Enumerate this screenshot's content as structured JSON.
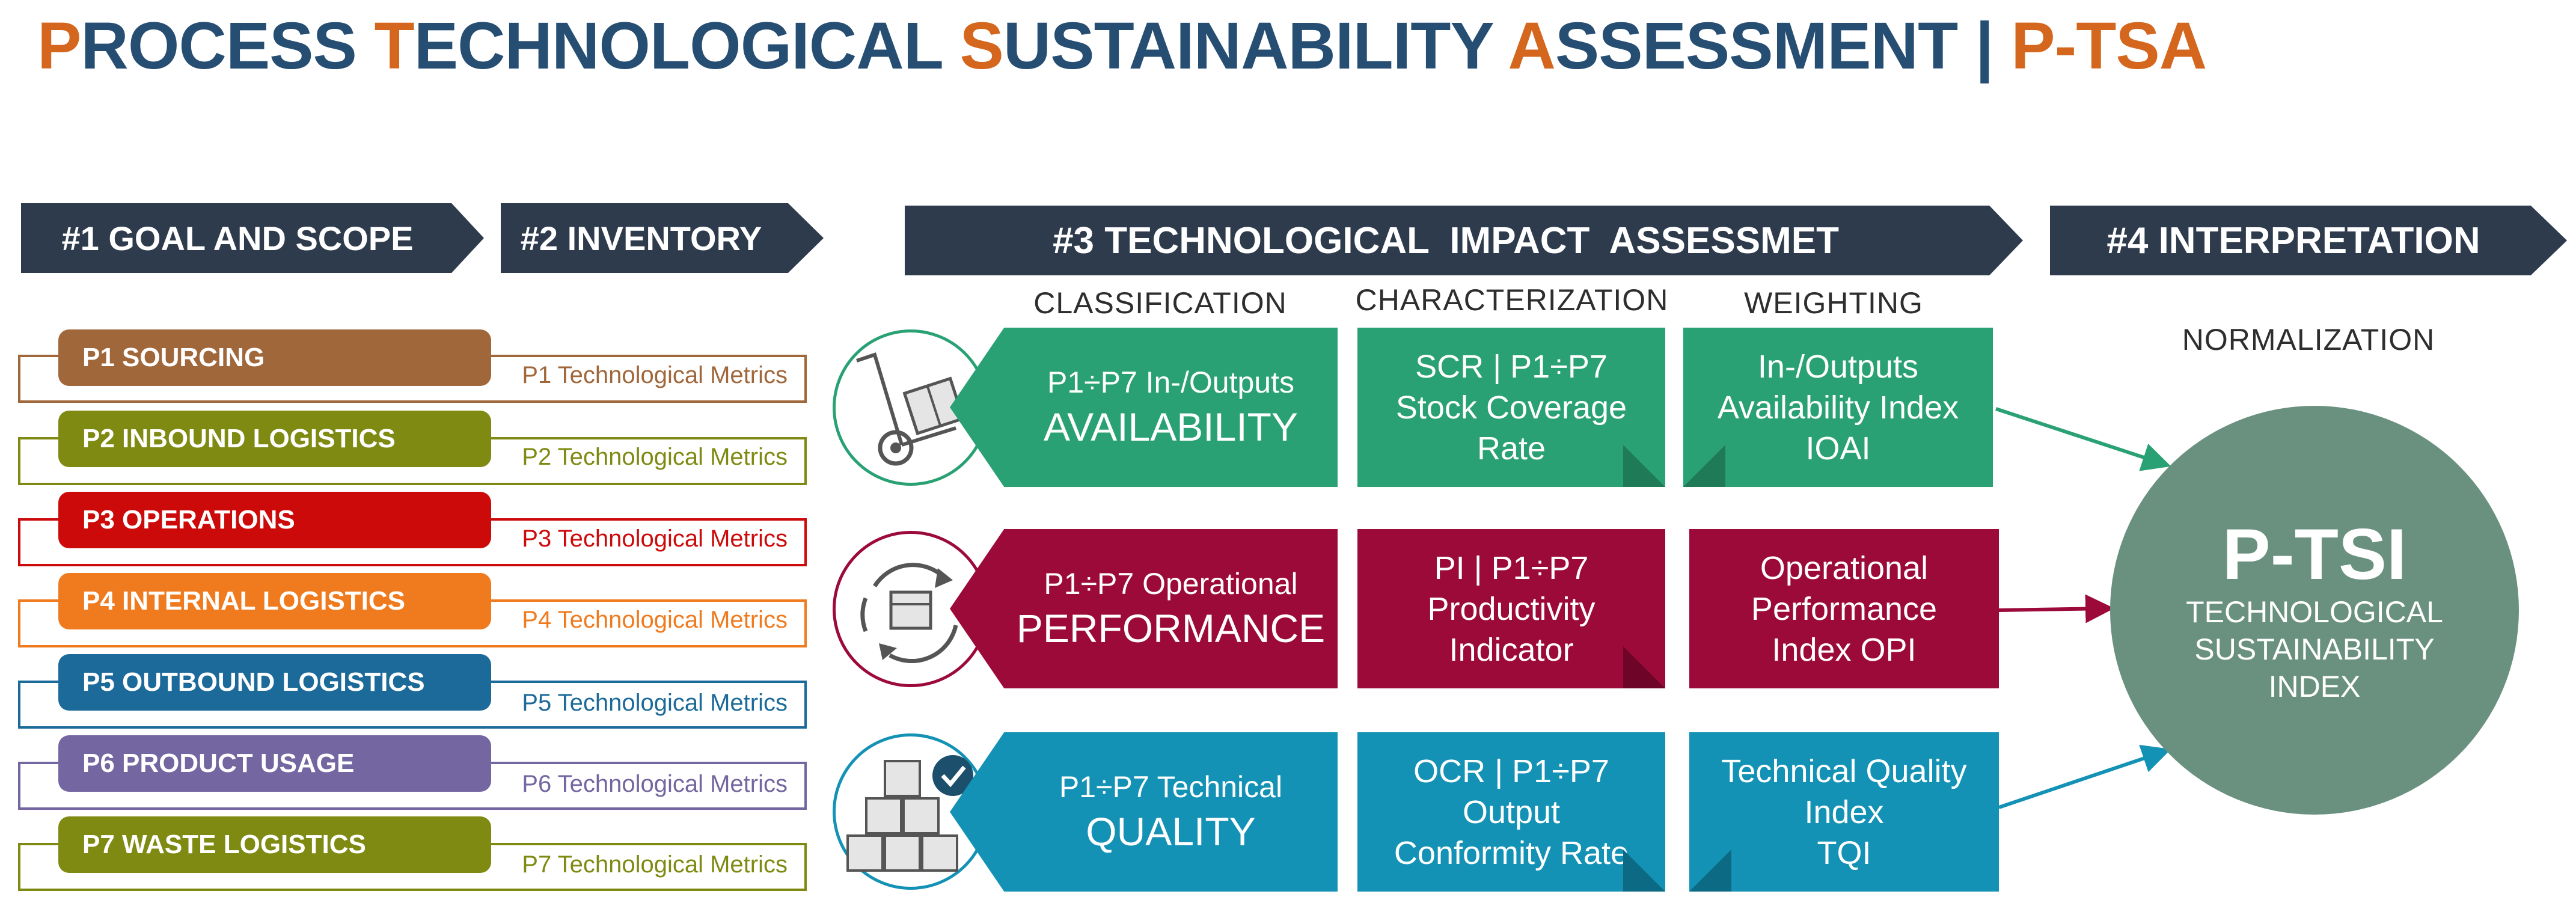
{
  "title": {
    "words": [
      {
        "initial": "P",
        "rest": "ROCESS"
      },
      {
        "initial": "T",
        "rest": "ECHNOLOGICAL"
      },
      {
        "initial": "S",
        "rest": "USTAINABILITY"
      },
      {
        "initial": "A",
        "rest": "SSESSMENT"
      }
    ],
    "separator": "|",
    "acronym": "P-TSA"
  },
  "stages": [
    {
      "label": "#1 GOAL AND SCOPE"
    },
    {
      "label": "#2 INVENTORY"
    },
    {
      "label": "#3 TECHNOLOGICAL  IMPACT  ASSESSMET"
    },
    {
      "label": "#4 INTERPRETATION"
    }
  ],
  "processes": [
    {
      "label": "P1 SOURCING",
      "metric": "P1 Technological Metrics",
      "color": "#a0673a"
    },
    {
      "label": "P2 INBOUND LOGISTICS",
      "metric": "P2 Technological Metrics",
      "color": "#7f8a12"
    },
    {
      "label": "P3 OPERATIONS",
      "metric": "P3 Technological Metrics",
      "color": "#cc0a0a"
    },
    {
      "label": "P4 INTERNAL LOGISTICS",
      "metric": "P4 Technological Metrics",
      "color": "#f07b1e"
    },
    {
      "label": "P5 OUTBOUND LOGISTICS",
      "metric": "P5 Technological Metrics",
      "color": "#1c6a99"
    },
    {
      "label": "P6 PRODUCT USAGE",
      "metric": "P6 Technological Metrics",
      "color": "#7466a0"
    },
    {
      "label": "P7 WASTE LOGISTICS",
      "metric": "P7 Technological Metrics",
      "color": "#7f8a12"
    }
  ],
  "columns": {
    "classification": "CLASSIFICATION",
    "characterization": "CHARACTERIZATION",
    "weighting": "WEIGHTING",
    "normalization": "NORMALIZATION"
  },
  "rows": [
    {
      "color": "#2aa174",
      "icon": "hand-truck-icon",
      "classification": {
        "line1": "P1÷P7 In-/Outputs",
        "line2": "AVAILABILITY"
      },
      "characterization": [
        "SCR | P1÷P7",
        "Stock Coverage",
        "Rate"
      ],
      "weighting": [
        "In-/Outputs",
        "Availability Index",
        "IOAI"
      ]
    },
    {
      "color": "#9c0a3a",
      "icon": "cycle-box-icon",
      "classification": {
        "line1": "P1÷P7 Operational",
        "line2": "PERFORMANCE"
      },
      "characterization": [
        "PI | P1÷P7",
        "Productivity",
        "Indicator"
      ],
      "weighting": [
        "Operational",
        "Performance",
        "Index OPI"
      ]
    },
    {
      "color": "#1492b5",
      "icon": "stacked-boxes-check-icon",
      "classification": {
        "line1": "P1÷P7 Technical",
        "line2": "QUALITY"
      },
      "characterization": [
        "OCR | P1÷P7",
        "Output",
        "Conformity Rate"
      ],
      "weighting": [
        "Technical Quality",
        "Index",
        "TQI"
      ]
    }
  ],
  "index": {
    "acronym": "P-TSI",
    "lines": [
      "TECHNOLOGICAL",
      "SUSTAINABILITY",
      "INDEX"
    ],
    "color": "#6a917f"
  },
  "colors": {
    "title_initial": "#d4661d",
    "title_rest": "#264d72",
    "stage_header": "#2e3b4c"
  }
}
